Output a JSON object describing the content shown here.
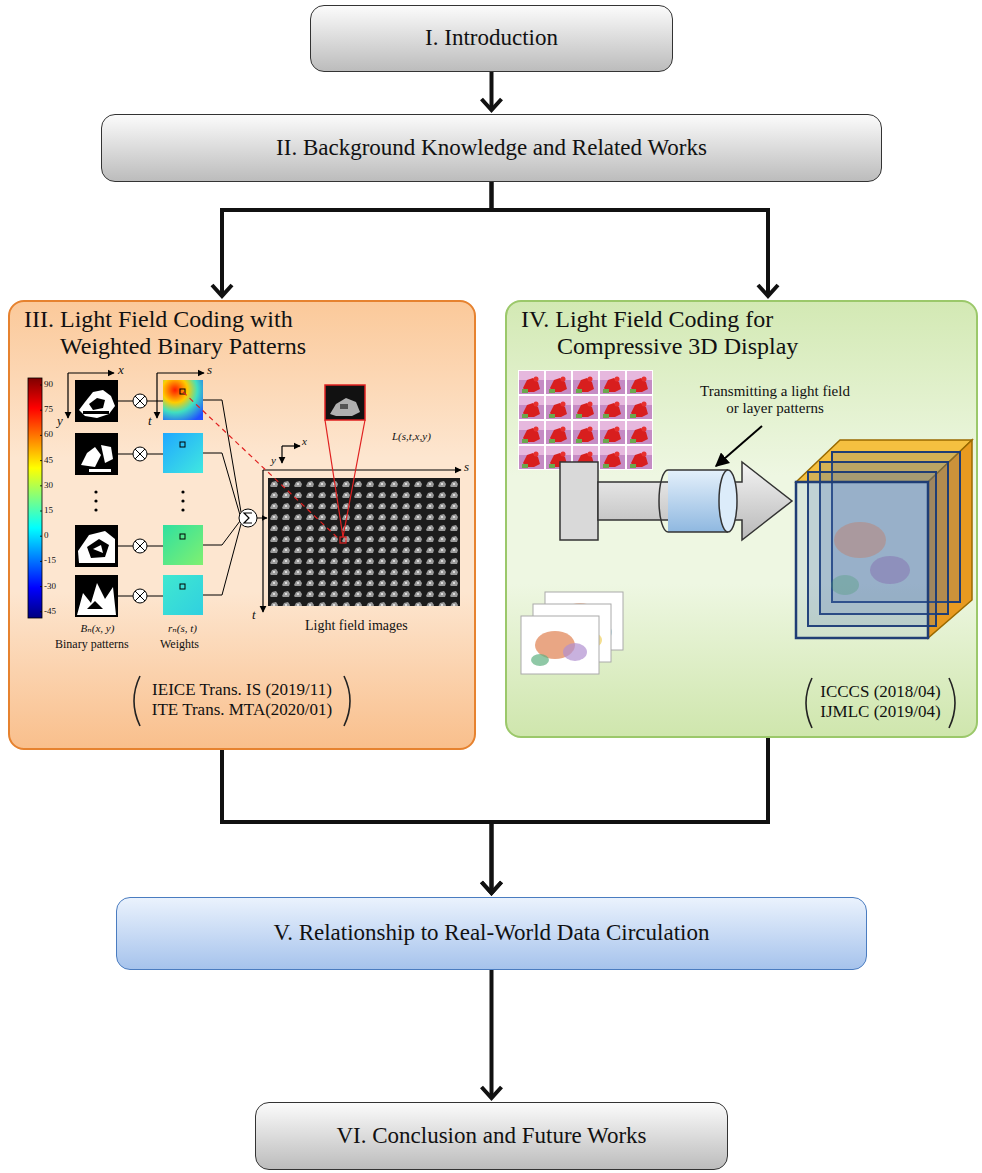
{
  "diagram": {
    "nodes": [
      {
        "text": [
          "I. Introduction"
        ]
      },
      {
        "text": [
          "II. Background Knowledge and Related Works"
        ]
      },
      {
        "text": [
          "III. Light Field Coding with Weighted Binary Patterns",
          "IEICE Trans. IS (2019/11) ITE Trans. MTA(2020/01)"
        ]
      },
      {
        "text": [
          "IV. Light Field Coding for Compressive 3D Display",
          "ICCCS (2018/04) IJMLC (2019/04)"
        ]
      },
      {
        "text": [
          "V. Relationship to Real-World Data Circulation"
        ]
      },
      {
        "text": [
          "VI. Conclusion and Future Works"
        ]
      }
    ],
    "edges": [
      {
        "from": 0,
        "to": 1,
        "arrow": "to"
      },
      {
        "from": 1,
        "to": 2,
        "arrow": "to"
      },
      {
        "from": 1,
        "to": 3,
        "arrow": "to"
      },
      {
        "from": 2,
        "to": 4,
        "arrow": "to"
      },
      {
        "from": 3,
        "to": 4,
        "arrow": "to"
      },
      {
        "from": 4,
        "to": 5,
        "arrow": "to"
      }
    ],
    "labels": [
      "90",
      "75",
      "60",
      "45",
      "30",
      "15",
      "0",
      "-15",
      "-30",
      "-45",
      "x",
      "y",
      "s",
      "t",
      "L(s,t,x,y)",
      "x",
      "y",
      "s",
      "t",
      "Bₙ(x, y)",
      "rₙ(s, t)",
      "Binary patterns",
      "Weights",
      "Light field images",
      "Transmitting a light field or layer patterns"
    ]
  }
}
